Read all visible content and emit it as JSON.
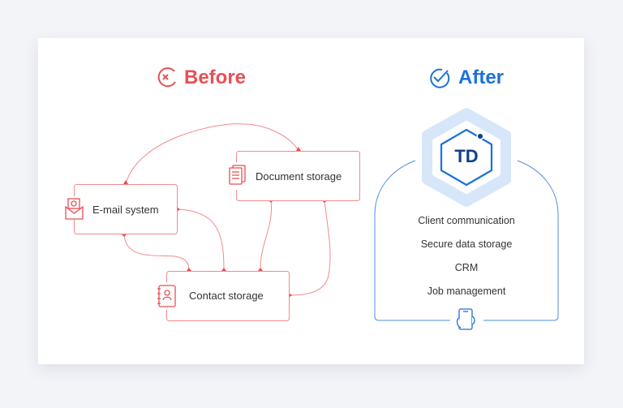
{
  "before": {
    "title": "Before",
    "icon": "x-circle-icon",
    "color": "#e84f55",
    "nodes": [
      {
        "label": "E-mail system",
        "icon": "email-icon"
      },
      {
        "label": "Document storage",
        "icon": "documents-icon"
      },
      {
        "label": "Contact storage",
        "icon": "contacts-book-icon"
      }
    ]
  },
  "after": {
    "title": "After",
    "icon": "check-circle-icon",
    "color": "#1b72d8",
    "logo_text": "TD",
    "features": [
      "Client communication",
      "Secure data storage",
      "CRM",
      "Job management"
    ],
    "bottom_icon": "mobile-phone-icon"
  }
}
